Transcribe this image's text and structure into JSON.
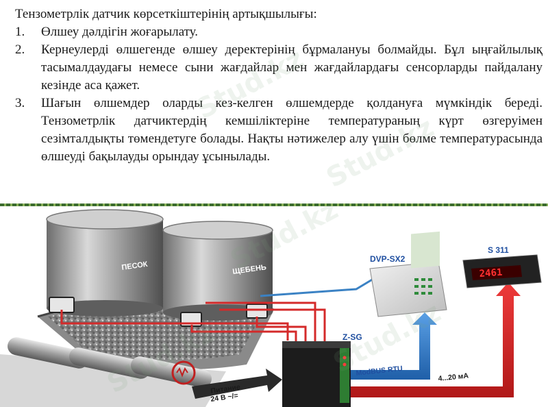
{
  "heading": "Тензометрлік датчик көрсеткіштерінің артықшылығы:",
  "items": [
    {
      "num": "1.",
      "text": "Өлшеу дәлдігін жоғарылату."
    },
    {
      "num": "2.",
      "text": "Кернеулерді өлшегенде өлшеу деректерінің бұрмалануы болмайды. Бұл ыңғайлылық тасымалдаудағы немесе сыни жағдайлар мен жағдайлардағы сенсорларды пайдалану кезінде аса қажет."
    },
    {
      "num": "3.",
      "text": "Шағын өлшемдер оларды кез-келген өлшемдерде қолдануға мүмкіндік береді. Тензометрлік датчиктердің кемшіліктеріне температураның күрт өзгеруімен сезімталдықты төмендетуге болады. Нақты нәтижелер алу үшін бөлме температурасында өлшеуді бақылауды орындау ұсынылады."
    }
  ],
  "figure": {
    "silo_left": "ПЕСОК",
    "silo_right": "ЩЕБЕНЬ",
    "plc": "DVP-SX2",
    "indicator_model": "S 311",
    "indicator_value": "2461",
    "module": "Z-SG",
    "bus": "ModBUS RTU",
    "signal": "4...20 мА",
    "power_line1": "Питание",
    "power_line2": "24 В ~/="
  },
  "watermarks": [
    "Stud.kz",
    "Stud.kz",
    "Stud.kz",
    "Stud.kz",
    "Stud.kz"
  ]
}
